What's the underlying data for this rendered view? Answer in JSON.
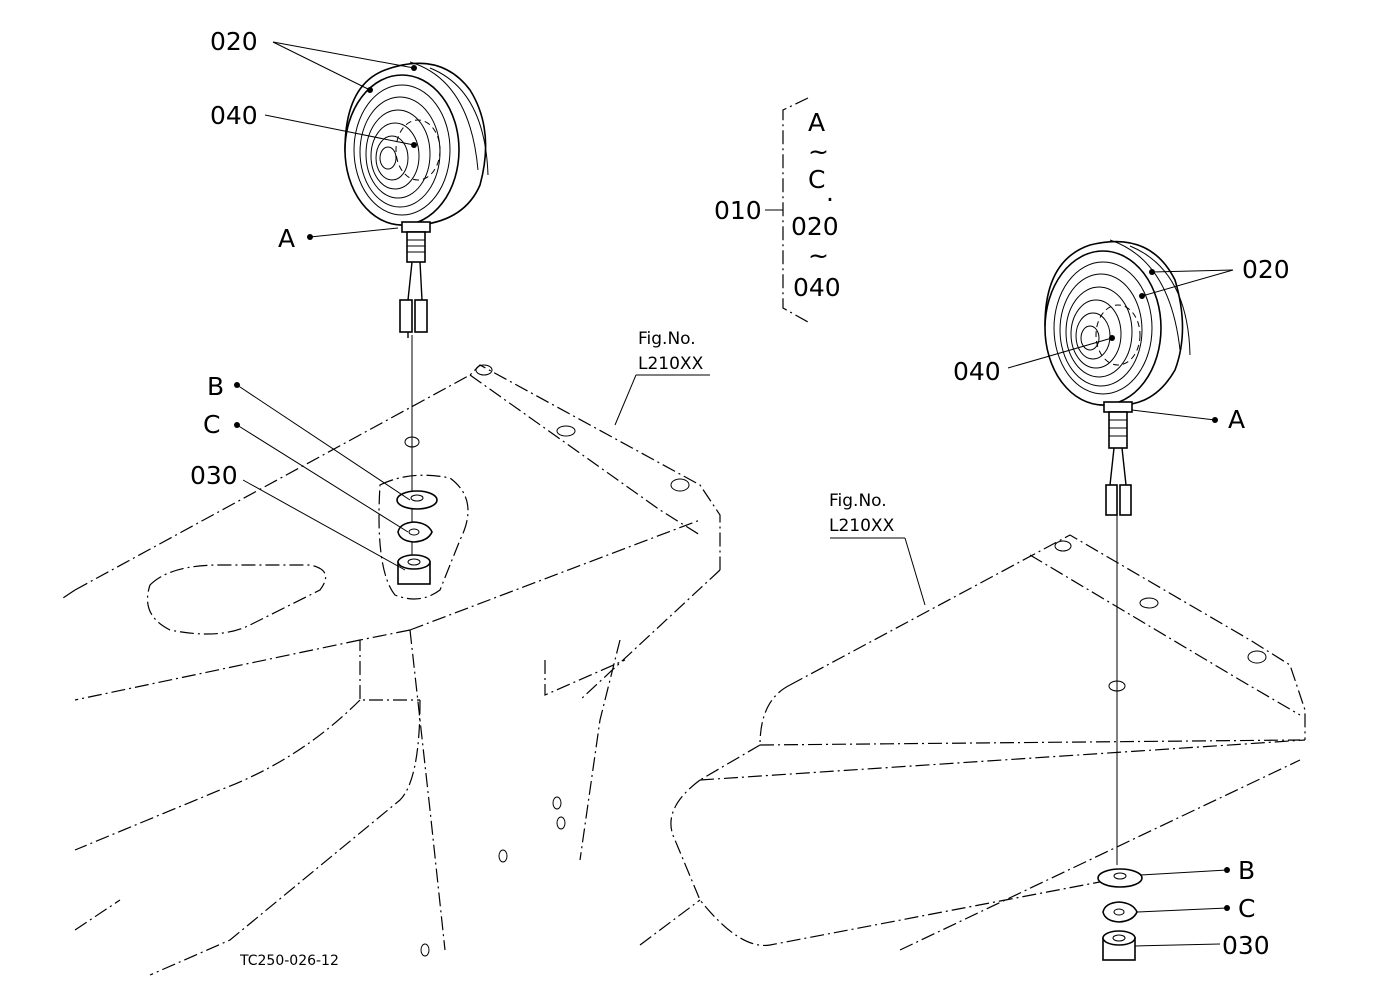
{
  "labels": {
    "part_020": "020",
    "part_040": "040",
    "part_030": "030",
    "part_010": "010",
    "ref_a": "A",
    "ref_b": "B",
    "ref_c": "C",
    "bracket_a": "A",
    "bracket_tilde1": "~",
    "bracket_c": "C",
    "bracket_dot": "·",
    "bracket_020": "020",
    "bracket_tilde2": "~",
    "bracket_040": "040",
    "fig_no": "Fig.No.",
    "fig_ref": "L210XX",
    "drawing_code": "TC250-026-12"
  }
}
